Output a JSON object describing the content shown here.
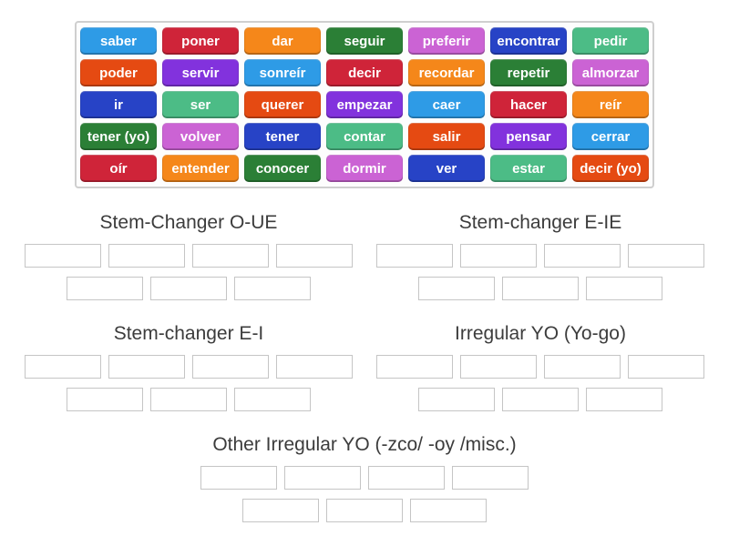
{
  "palette": {
    "blue": "#2E9BE6",
    "crimson": "#CF2439",
    "orange": "#F5871A",
    "dark_green": "#2B7F36",
    "orchid": "#CB63D4",
    "royal_blue": "#2743C6",
    "sea_green": "#4CBC86",
    "orange_red": "#E54A12",
    "violet": "#8232DD"
  },
  "word_bank": {
    "tiles": [
      {
        "label": "saber",
        "color": "blue"
      },
      {
        "label": "poner",
        "color": "crimson"
      },
      {
        "label": "dar",
        "color": "orange"
      },
      {
        "label": "seguir",
        "color": "dark_green"
      },
      {
        "label": "preferir",
        "color": "orchid"
      },
      {
        "label": "encontrar",
        "color": "royal_blue"
      },
      {
        "label": "pedir",
        "color": "sea_green"
      },
      {
        "label": "poder",
        "color": "orange_red"
      },
      {
        "label": "servir",
        "color": "violet"
      },
      {
        "label": "sonreír",
        "color": "blue"
      },
      {
        "label": "decir",
        "color": "crimson"
      },
      {
        "label": "recordar",
        "color": "orange"
      },
      {
        "label": "repetir",
        "color": "dark_green"
      },
      {
        "label": "almorzar",
        "color": "orchid"
      },
      {
        "label": "ir",
        "color": "royal_blue"
      },
      {
        "label": "ser",
        "color": "sea_green"
      },
      {
        "label": "querer",
        "color": "orange_red"
      },
      {
        "label": "empezar",
        "color": "violet"
      },
      {
        "label": "caer",
        "color": "blue"
      },
      {
        "label": "hacer",
        "color": "crimson"
      },
      {
        "label": "reír",
        "color": "orange"
      },
      {
        "label": "tener (yo)",
        "color": "dark_green"
      },
      {
        "label": "volver",
        "color": "orchid"
      },
      {
        "label": "tener",
        "color": "royal_blue"
      },
      {
        "label": "contar",
        "color": "sea_green"
      },
      {
        "label": "salir",
        "color": "orange_red"
      },
      {
        "label": "pensar",
        "color": "violet"
      },
      {
        "label": "cerrar",
        "color": "blue"
      },
      {
        "label": "oír",
        "color": "crimson"
      },
      {
        "label": "entender",
        "color": "orange"
      },
      {
        "label": "conocer",
        "color": "dark_green"
      },
      {
        "label": "dormir",
        "color": "orchid"
      },
      {
        "label": "ver",
        "color": "royal_blue"
      },
      {
        "label": "estar",
        "color": "sea_green"
      },
      {
        "label": "decir (yo)",
        "color": "orange_red"
      }
    ]
  },
  "groups": [
    {
      "title": "Stem-Changer O-UE",
      "slot_rows": [
        4,
        3
      ],
      "wide": false
    },
    {
      "title": "Stem-changer E-IE",
      "slot_rows": [
        4,
        3
      ],
      "wide": false
    },
    {
      "title": "Stem-changer E-I",
      "slot_rows": [
        4,
        3
      ],
      "wide": false
    },
    {
      "title": "Irregular YO (Yo-go)",
      "slot_rows": [
        4,
        3
      ],
      "wide": false
    },
    {
      "title": "Other Irregular YO (-zco/ -oy /misc.)",
      "slot_rows": [
        4,
        3
      ],
      "wide": true
    }
  ]
}
